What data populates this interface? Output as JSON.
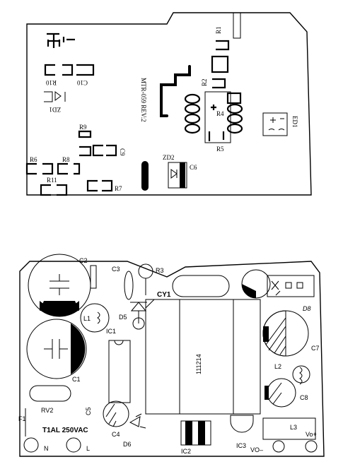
{
  "top_board": {
    "refs": {
      "r1": "R1",
      "r2": "R2",
      "r4": "R4",
      "r5": "R5",
      "r6": "R6",
      "r7": "R7",
      "r8": "R8",
      "r9": "R9",
      "r10": "R10",
      "r11": "R11",
      "c6": "C6",
      "c9": "C9",
      "c10": "C10",
      "zd1": "ZD1",
      "zd2": "ZD2",
      "ed1": "ED1"
    },
    "board_id": "MTR-059 REV:2"
  },
  "bottom_board": {
    "refs": {
      "c1": "C1",
      "c2": "C2",
      "c3": "C3",
      "c4": "C4",
      "c5": "C5",
      "c7": "C7",
      "c8": "C8",
      "r3": "R3",
      "cy1": "CY1",
      "l1": "L1",
      "l2": "L2",
      "l3": "L3",
      "d5": "D5",
      "d6": "D6",
      "d8": "D8",
      "ic1": "IC1",
      "ic2": "IC2",
      "ic3": "IC3",
      "rv2": "RV2",
      "f1": "F1",
      "fuse_rating": "T1AL 250VAC",
      "transformer_code": "111214",
      "n": "N",
      "l": "L",
      "vo_minus": "VO–",
      "vo_plus": "Vo+"
    }
  }
}
